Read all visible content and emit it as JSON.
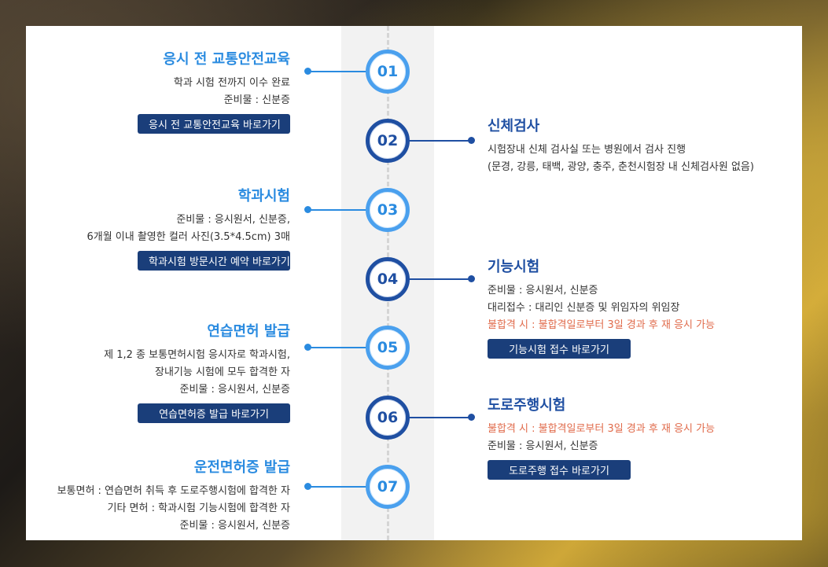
{
  "steps": [
    {
      "num": "01",
      "title": "응시 전 교통안전교육",
      "lines": [
        "학과 시험 전까지 이수 완료",
        "준비물 : 신분증"
      ],
      "button": "응시 전 교통안전교육 바로가기"
    },
    {
      "num": "02",
      "title": "신체검사",
      "lines": [
        "시험장내 신체 검사실 또는 병원에서 검사 진행",
        "(문경, 강릉, 태백, 광양, 충주, 춘천시험장 내 신체검사원 없음)"
      ]
    },
    {
      "num": "03",
      "title": "학과시험",
      "lines": [
        "준비물 : 응시원서, 신분증,",
        "6개월 이내 촬영한 컬러 사진(3.5*4.5cm) 3매"
      ],
      "button": "학과시험 방문시간 예약 바로가기"
    },
    {
      "num": "04",
      "title": "기능시험",
      "lines": [
        "준비물 : 응시원서, 신분증",
        "대리접수 : 대리인 신분증 및 위임자의 위임장"
      ],
      "warn": "불합격 시 : 불합격일로부터 3일 경과 후 재 응시 가능",
      "button": "기능시험 접수 바로가기"
    },
    {
      "num": "05",
      "title": "연습면허 발급",
      "lines": [
        "제 1,2 종 보통면허시험 응시자로 학과시험,",
        "장내기능 시험에 모두 합격한 자",
        "준비물 : 응시원서, 신분증"
      ],
      "button": "연습면허증 발급 바로가기"
    },
    {
      "num": "06",
      "title": "도로주행시험",
      "warn": "불합격 시 : 불합격일로부터 3일 경과 후 재 응시 가능",
      "lines": [
        "준비물 : 응시원서, 신분증"
      ],
      "button": "도로주행 접수 바로가기"
    },
    {
      "num": "07",
      "title": "운전면허증 발급",
      "lines": [
        "보통면허 : 연습면허 취득 후 도로주행시험에 합격한 자",
        "기타 면허 : 학과시험 기능시험에 합격한 자",
        "준비물 : 응시원서, 신분증"
      ]
    }
  ],
  "colors": {
    "light": "#2a8be0",
    "dark": "#1f4fa2",
    "button": "#1a3e7a",
    "warn": "#e06a4a"
  }
}
